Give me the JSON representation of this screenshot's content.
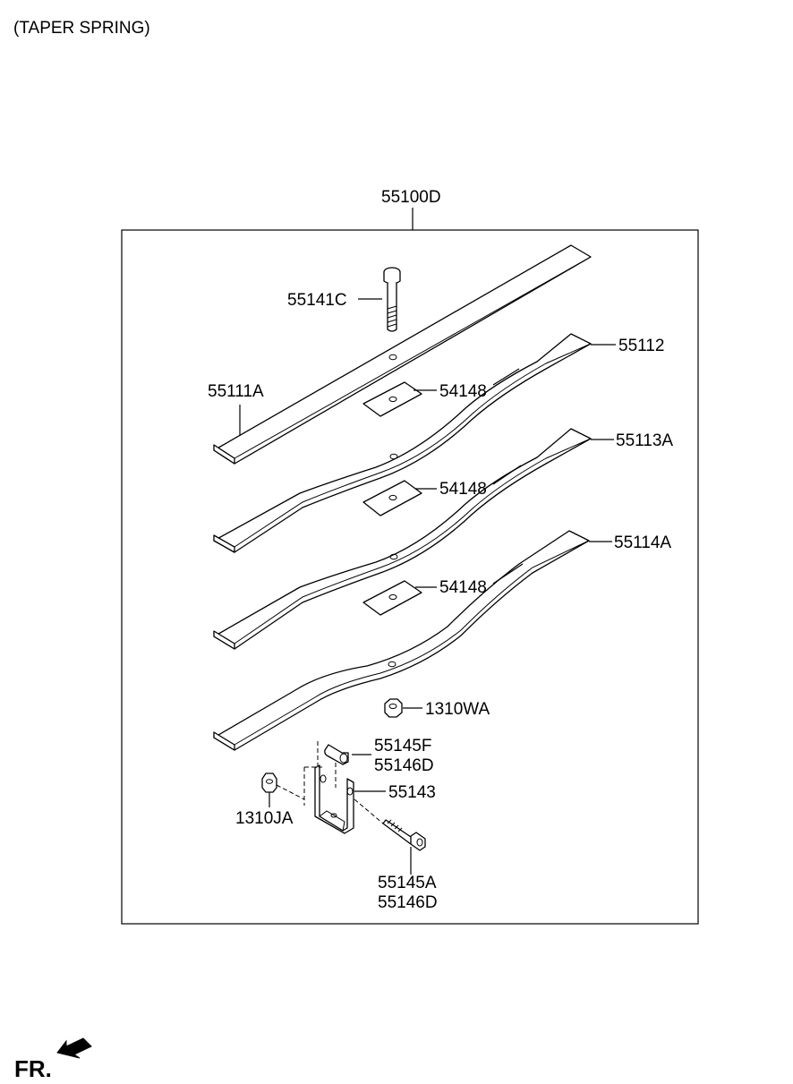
{
  "header": {
    "title": "(TAPER SPRING)"
  },
  "assembly": {
    "label": "55100D"
  },
  "parts": {
    "bolt_top": "55141C",
    "leaf_1": "55111A",
    "leaf_2": "55112",
    "leaf_3": "55113A",
    "leaf_4": "55114A",
    "spacer_1": "54148",
    "spacer_2": "54148",
    "spacer_3": "54148",
    "nut_center": "1310WA",
    "bushing_a": "55145F",
    "bushing_b": "55146D",
    "shackle": "55143",
    "nut_shackle": "1310JA",
    "shackle_bolt_a": "55145A",
    "shackle_bolt_b": "55146D"
  },
  "footer": {
    "direction": "FR."
  },
  "icons": {
    "direction_arrow": "front-arrow-icon"
  }
}
